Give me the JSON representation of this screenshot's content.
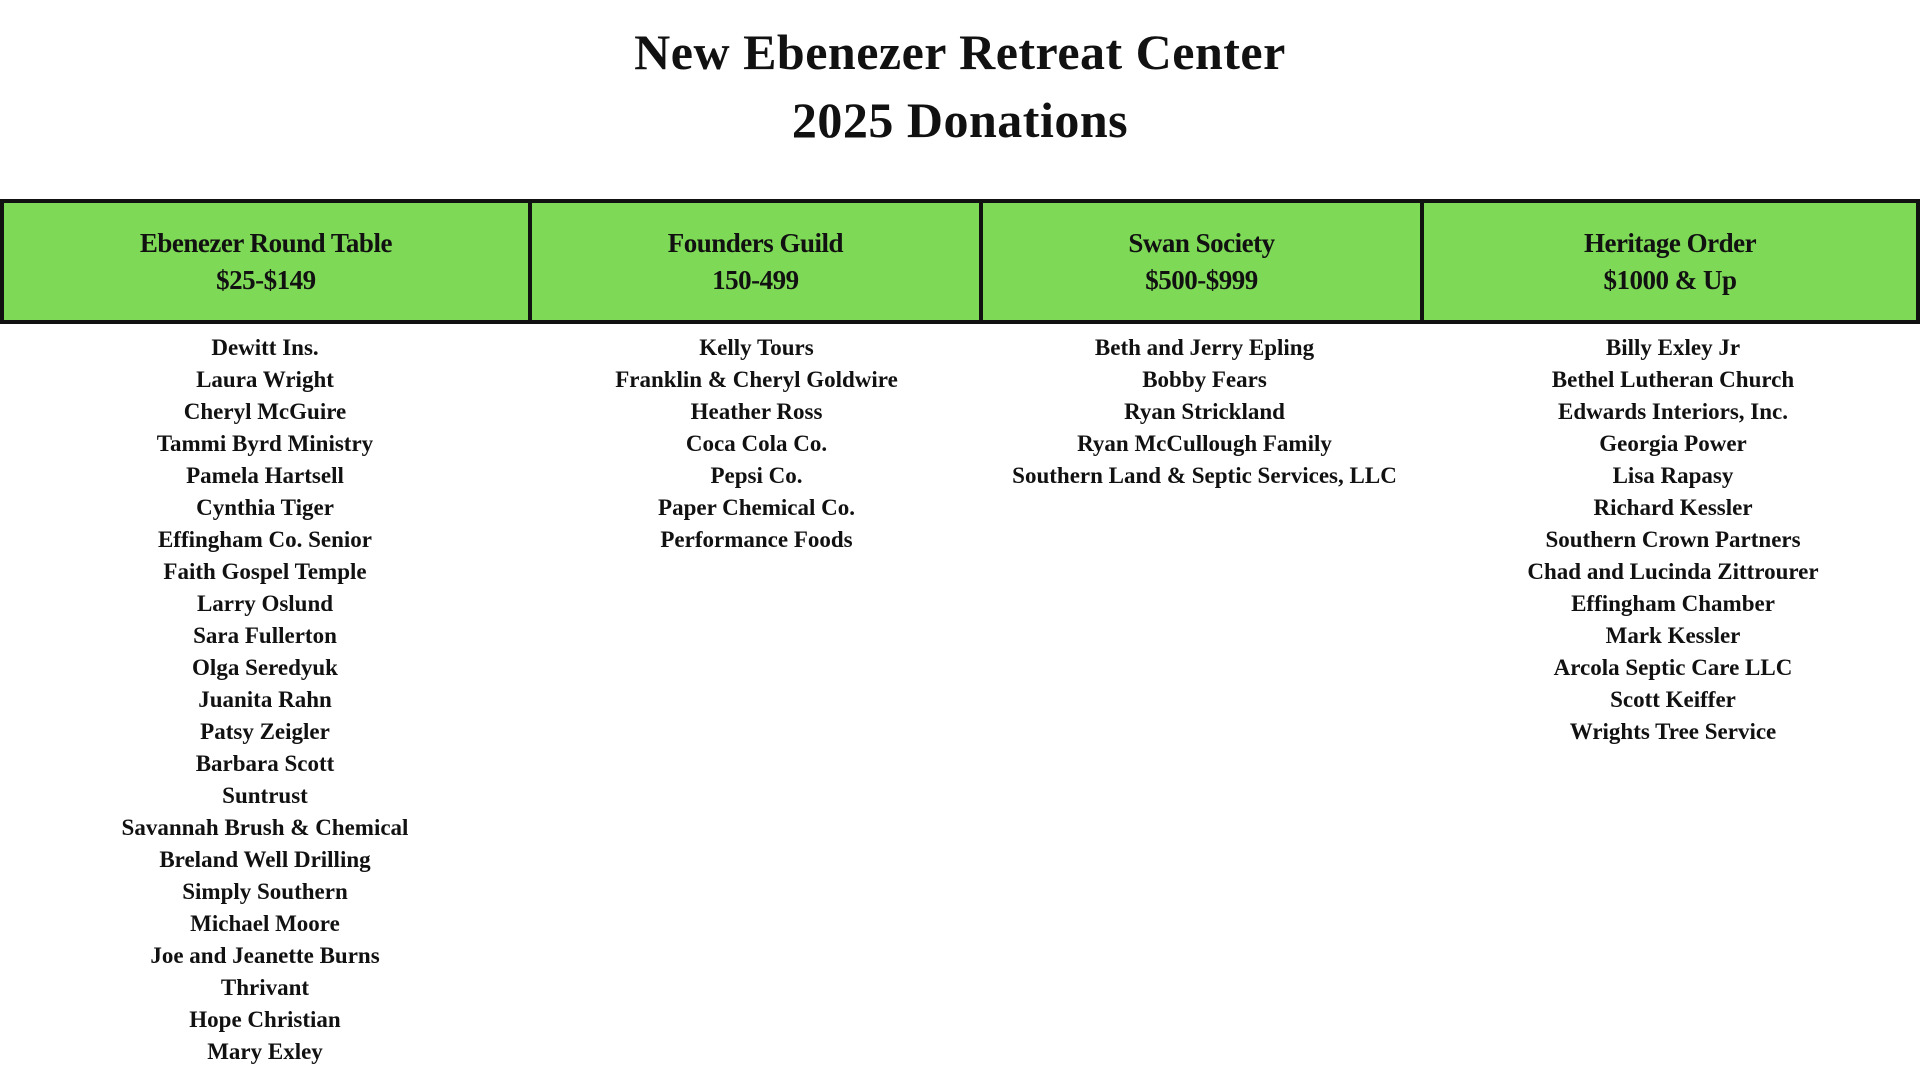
{
  "title": {
    "line1": "New Ebenezer Retreat Center",
    "line2": "2025 Donations"
  },
  "colors": {
    "header_band": "#7ED957",
    "border": "#111111",
    "text": "#111111"
  },
  "tiers": [
    {
      "name": "Ebenezer Round Table",
      "range": "$25-$149",
      "donors": [
        "Dewitt Ins.",
        "Laura Wright",
        "Cheryl McGuire",
        "Tammi Byrd Ministry",
        "Pamela Hartsell",
        "Cynthia Tiger",
        "Effingham Co. Senior",
        "Faith Gospel Temple",
        "Larry Oslund",
        "Sara Fullerton",
        "Olga Seredyuk",
        "Juanita Rahn",
        "Patsy Zeigler",
        "Barbara Scott",
        "Suntrust",
        "Savannah Brush & Chemical",
        "Breland Well Drilling",
        "Simply Southern",
        "Michael Moore",
        "Joe and Jeanette Burns",
        "Thrivant",
        "Hope Christian",
        "Mary Exley"
      ]
    },
    {
      "name": "Founders Guild",
      "range": "150-499",
      "donors": [
        "Kelly Tours",
        "Franklin & Cheryl Goldwire",
        "Heather Ross",
        "Coca Cola Co.",
        "Pepsi Co.",
        "Paper Chemical Co.",
        "Performance Foods"
      ]
    },
    {
      "name": "Swan Society",
      "range": "$500-$999",
      "donors": [
        "Beth and Jerry Epling",
        "Bobby Fears",
        "Ryan Strickland",
        "Ryan McCullough Family",
        "Southern Land & Septic Services, LLC"
      ]
    },
    {
      "name": "Heritage Order",
      "range": "$1000 & Up",
      "donors": [
        "Billy Exley Jr",
        "Bethel Lutheran Church",
        "Edwards Interiors, Inc.",
        "Georgia Power",
        "Lisa Rapasy",
        "Richard Kessler",
        "Southern Crown Partners",
        "Chad and Lucinda Zittrourer",
        "Effingham Chamber",
        "Mark Kessler",
        "Arcola Septic Care LLC",
        "Scott Keiffer",
        "Wrights Tree Service"
      ]
    }
  ]
}
